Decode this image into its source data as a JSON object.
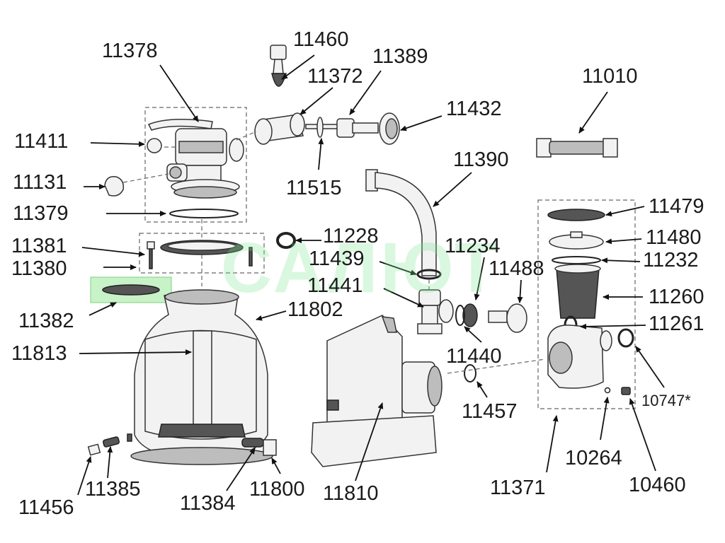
{
  "parts": {
    "p11378": "11378",
    "p11460": "11460",
    "p11372": "11372",
    "p11389": "11389",
    "p11432": "11432",
    "p11010": "11010",
    "p11411": "11411",
    "p11515": "11515",
    "p11390": "11390",
    "p11131": "11131",
    "p11379": "11379",
    "p11479": "11479",
    "p11228": "11228",
    "p11480": "11480",
    "p11381": "11381",
    "p11234": "11234",
    "p11439": "11439",
    "p11232": "11232",
    "p11380": "11380",
    "p11488": "11488",
    "p11441": "11441",
    "p11260": "11260",
    "p11802": "11802",
    "p11382": "11382",
    "p11261": "11261",
    "p11813": "11813",
    "p11440": "11440",
    "p11457": "11457",
    "p10747": "10747*",
    "p10264": "10264",
    "p11385": "11385",
    "p11800": "11800",
    "p11810": "11810",
    "p11371": "11371",
    "p10460": "10460",
    "p11384": "11384",
    "p11456": "11456"
  },
  "watermark": "САЛЮТ",
  "colors": {
    "highlight": "#c8f2c8",
    "watermark": "#78e68c",
    "line": "#111111"
  }
}
